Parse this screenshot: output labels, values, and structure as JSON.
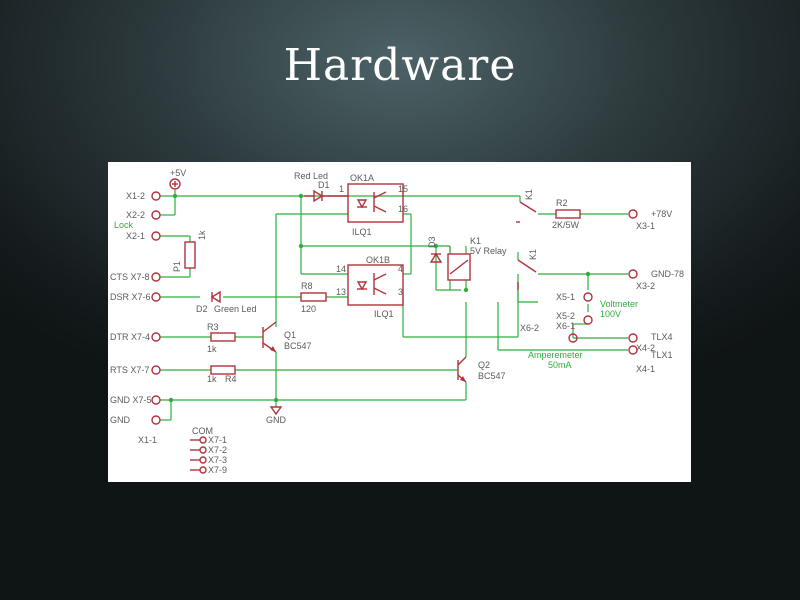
{
  "slide": {
    "title": "Hardware"
  },
  "schematic": {
    "labels": {
      "plus5v": "+5V",
      "x1_2": "X1-2",
      "x2_2": "X2-2",
      "lock": "Lock",
      "x2_1": "X2-1",
      "cts": "CTS X7-8",
      "dsr": "DSR X7-6",
      "dtr": "DTR X7-4",
      "rts": "RTS X7-7",
      "gnd_x75": "GND X7-5",
      "gnd_in": "GND",
      "x1_1": "X1-1",
      "p1": "P1",
      "p1_val": "1k",
      "red_led": "Red Led",
      "d1": "D1",
      "ok1a": "OK1A",
      "ok1b": "OK1B",
      "ilq1_a": "ILQ1",
      "ilq1_b": "ILQ1",
      "pin1": "1",
      "pin15": "15",
      "pin16": "16",
      "pin14": "14",
      "pin4": "4",
      "pin13": "13",
      "pin3": "3",
      "d2": "D2",
      "green_led": "Green Led",
      "r8": "R8",
      "r8_val": "120",
      "r3": "R3",
      "r3_val": "1k",
      "r4": "R4",
      "r4_val": "1k",
      "q1": "Q1",
      "q1_type": "BC547",
      "q2": "Q2",
      "q2_type": "BC547",
      "gnd_sym": "GND",
      "com": "COM",
      "x7_1": "X7-1",
      "x7_2": "X7-2",
      "x7_3": "X7-3",
      "x7_9": "X7-9",
      "d3": "D3",
      "k1": "K1",
      "k1_relay": "5V Relay",
      "k1_sw_a": "K1",
      "k1_sw_b": "K1",
      "r2": "R2",
      "r2_val": "2K/5W",
      "plus78v": "+78V",
      "x3_1": "X3-1",
      "gnd78": "GND-78",
      "x3_2": "X3-2",
      "x5_1": "X5-1",
      "x5_2": "X5-2",
      "x6_1": "X6-1",
      "x6_2": "X6-2",
      "voltmeter": "Voltmeter",
      "voltmeter_range": "100V",
      "tlx4": "TLX4",
      "x4_2": "X4-2",
      "tlx1": "TLX1",
      "x4_1": "X4-1",
      "amperemeter": "Amperemeter",
      "amperemeter_range": "50mA"
    },
    "colors": {
      "wire": "#2fae3f",
      "component": "#b0333c",
      "text": "#5b5b5b"
    }
  }
}
